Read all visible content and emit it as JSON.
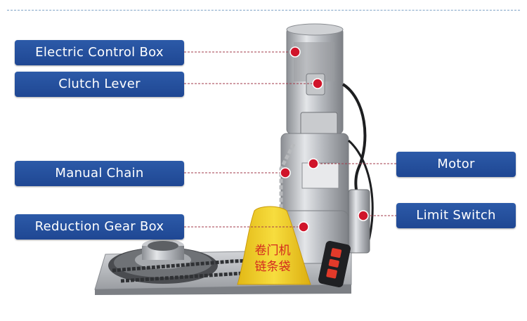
{
  "callouts": {
    "electric_control_box": "Electric Control Box",
    "clutch_lever": "Clutch Lever",
    "manual_chain": "Manual Chain",
    "reduction_gear_box": "Reduction Gear Box",
    "motor": "Motor",
    "limit_switch": "Limit Switch"
  },
  "bag_text": {
    "line1": "卷门机",
    "line2": "链条袋"
  },
  "colors": {
    "label_blue": "#2553a3",
    "marker_red": "#d0142a",
    "leader_line": "#a23a4a",
    "bag_yellow": "#f3d12a"
  }
}
